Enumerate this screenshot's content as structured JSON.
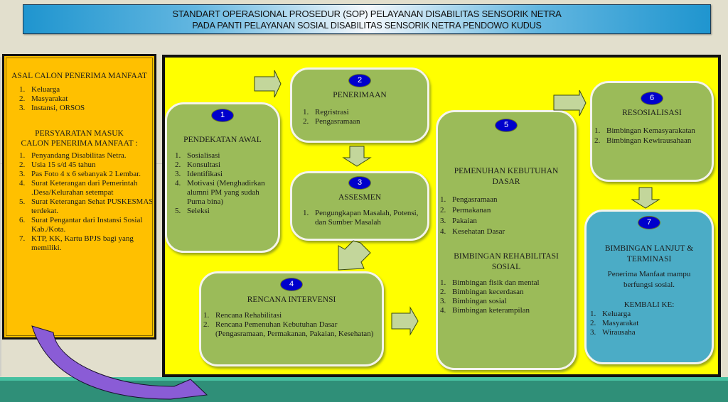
{
  "header": {
    "title_line1": "STANDART OPERASIONAL PROSEDUR (SOP) PELAYANAN DISABILITAS SENSORIK NETRA",
    "title_line2": "PADA PANTI PELAYANAN SOSIAL DISABILITAS SENSORIK NETRA  PENDOWO KUDUS"
  },
  "requirements": {
    "origin_title": "ASAL CALON PENERIMA MANFAAT",
    "origin_items": [
      "Keluarga",
      "Masyarakat",
      "Instansi, ORSOS"
    ],
    "entry_title_line1": "PERSYARATAN  MASUK",
    "entry_title_line2": "CALON PENERIMA MANFAAT :",
    "entry_items": [
      "Penyandang Disabilitas Netra.",
      "Usia 15 s/d 45 tahun",
      "Pas Foto 4 x 6 sebanyak 2 Lembar.",
      "Surat Keterangan dari Pemerintah .Desa/Kelurahan setempat",
      "Surat Keterangan Sehat PUSKESMAS terdekat.",
      "Surat Pengantar dari Instansi Sosial Kab./Kota.",
      "KTP, KK, Kartu BPJS bagi yang memiliki."
    ]
  },
  "steps": [
    {
      "number": "1",
      "title": "PENDEKATAN AWAL",
      "items": [
        "Sosialisasi",
        "Konsultasi",
        "Identifikasi",
        "Motivasi (Menghadirkan alumni PM  yang sudah Purna bina)",
        "Seleksi"
      ]
    },
    {
      "number": "2",
      "title": "PENERIMAAN",
      "items": [
        "Regristrasi",
        "Pengasramaan"
      ]
    },
    {
      "number": "3",
      "title": "ASSESMEN",
      "items": [
        "Pengungkapan Masalah, Potensi, dan Sumber Masalah"
      ]
    },
    {
      "number": "4",
      "title": "RENCANA INTERVENSI",
      "items": [
        "Rencana Rehabilitasi",
        "Rencana Pemenuhan Kebutuhan Dasar (Pengasramaan, Permakanan, Pakaian, Kesehatan)"
      ]
    },
    {
      "number": "5",
      "title": "PEMENUHAN KEBUTUHAN DASAR",
      "items": [
        "Pengasramaan",
        "Permakanan",
        "Pakaian",
        "Kesehatan Dasar"
      ],
      "subtitle": "BIMBINGAN REHABILITASI SOSIAL",
      "sub_items": [
        "Bimbingan fisik  dan mental",
        "Bimbingan kecerdasan",
        "Bimbingan sosial",
        "Bimbingan keterampilan"
      ]
    },
    {
      "number": "6",
      "title": "RESOSIALISASI",
      "items": [
        "Bimbingan Kemasyarakatan",
        "Bimbingan Kewirausahaan"
      ]
    },
    {
      "number": "7",
      "title": "BIMBINGAN LANJUT & TERMINASI",
      "note": "Penerima Manfaat mampu berfungsi sosial.",
      "return_title": "KEMBALI KE:",
      "items": [
        "Keluarga",
        "Masyarakat",
        "Wirausaha"
      ]
    }
  ],
  "colors": {
    "panel": "#ffff00",
    "requirements_box": "#ffc000",
    "step_green": "#9bbb59",
    "step_blue": "#4bacc6",
    "badge": "#0000cc",
    "arrow_fill": "#c3d69b",
    "curved_arrow": "#8a5cd6"
  }
}
